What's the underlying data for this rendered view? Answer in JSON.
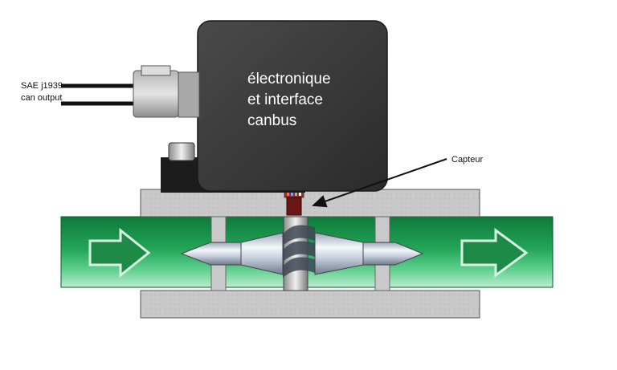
{
  "labels": {
    "electronics_line1": "électronique",
    "electronics_line2": "et interface",
    "electronics_line3": "canbus",
    "output_line1": "SAE j1939",
    "output_line2": "can output",
    "sensor": "Capteur"
  },
  "colors": {
    "pipe_green": "#1f9a52",
    "pipe_green_light": "#5fd08e",
    "housing_dark": "#3a3a3a",
    "body_gray": "#c9c9c9",
    "arrow_green": "#1d8a48"
  }
}
